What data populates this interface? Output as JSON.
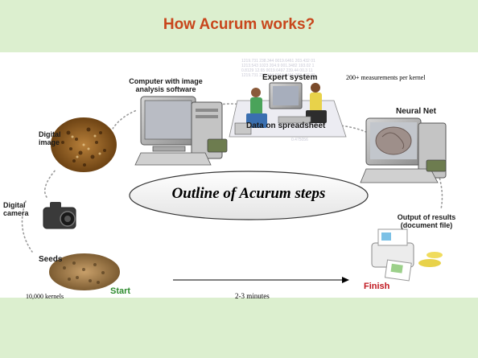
{
  "title": "How Acurum works?",
  "oval_text": "Outline of Acurum steps",
  "stages": {
    "computer": "Computer with image\nanalysis software",
    "expert": "Expert system",
    "measurements": "200+ measurements per kernel",
    "spreadsheet": "Data on spreadsheet",
    "digital_image": "Digital\nimage",
    "neural_net": "Neural Net",
    "digital_camera": "Digital\ncamera",
    "output": "Output of results\n(document file)",
    "seeds": "Seeds",
    "kernels": "10,000 kernels",
    "start": "Start",
    "finish": "Finish",
    "duration": "2-3 minutes"
  },
  "colors": {
    "title": "#c8461c",
    "band": "#dcefcf",
    "start": "#2e8b2e",
    "finish": "#c0171f",
    "dots": "#9a9a9a"
  }
}
